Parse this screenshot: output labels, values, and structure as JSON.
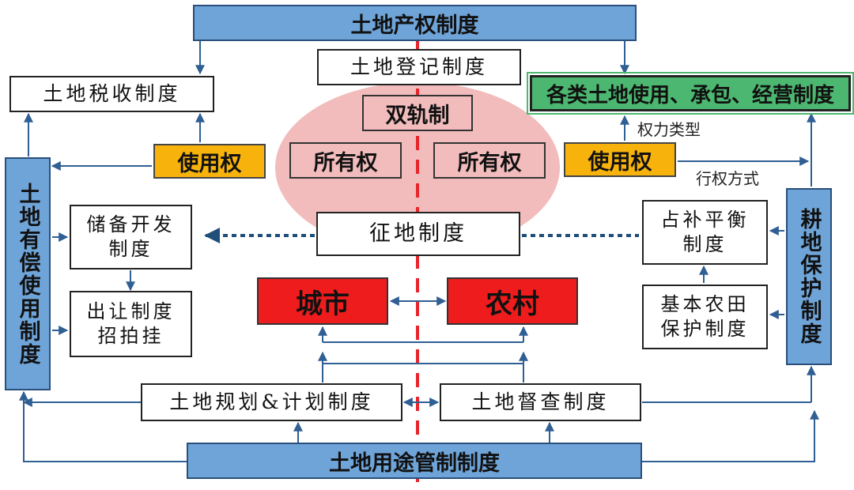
{
  "diagram": {
    "property_system": "土地产权制度",
    "registration": "土地登记制度",
    "dual_track": "双轨制",
    "ownership_left": "所有权",
    "ownership_right": "所有权",
    "land_tax": "土地税收制度",
    "use_right_left": "使用权",
    "use_right_right": "使用权",
    "use_contract": "各类土地使用、承包、经营制度",
    "right_type_label": "权力类型",
    "exercise_label": "行权方式",
    "paid_use": "土地有偿使用制度",
    "reserve_dev_line1": "储备开发",
    "reserve_dev_line2": "制度",
    "requisition": "征地制度",
    "transfer_line1": "出让制度",
    "transfer_line2": "招拍挂",
    "city": "城市",
    "village": "农村",
    "balance_line1": "占补平衡",
    "balance_line2": "制度",
    "farmland_line1": "基本农田",
    "farmland_line2": "保护制度",
    "arable_protect": "耕地保护制度",
    "planning": "土地规划&计划制度",
    "supervision": "土地督查制度",
    "use_control": "土地用途管制制度"
  },
  "colors": {
    "blue_fill": "#6fa4d8",
    "ellipse_fill": "#f2bcbc",
    "yellow_fill": "#f7b30c",
    "green_fill": "#4cb770",
    "red_fill": "#ee1c1c",
    "red_dash": "#e8262c",
    "arrow": "#2f5f93",
    "dotted": "#1f4e79"
  }
}
